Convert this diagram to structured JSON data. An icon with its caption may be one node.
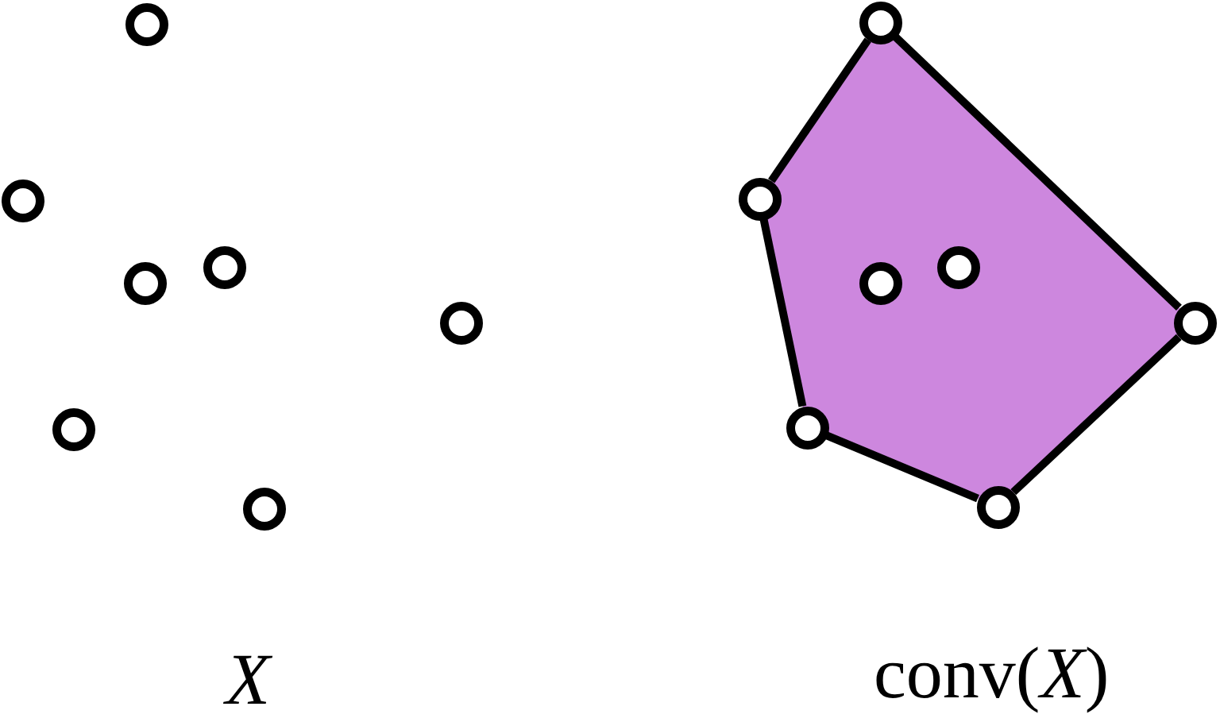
{
  "diagram": {
    "nodes": [
      {
        "text": [],
        "shape": "circle"
      },
      {
        "text": [],
        "shape": "circle"
      },
      {
        "text": [],
        "shape": "circle"
      },
      {
        "text": [],
        "shape": "circle"
      },
      {
        "text": [],
        "shape": "circle"
      },
      {
        "text": [],
        "shape": "circle"
      },
      {
        "text": [],
        "shape": "circle"
      },
      {
        "text": [],
        "shape": "circle"
      },
      {
        "text": [],
        "shape": "circle"
      },
      {
        "text": [],
        "shape": "circle"
      },
      {
        "text": [],
        "shape": "circle"
      },
      {
        "text": [],
        "shape": "circle"
      },
      {
        "text": [],
        "shape": "circle"
      },
      {
        "text": [],
        "shape": "circle"
      }
    ],
    "edges": [
      {
        "from": 7,
        "to": 11,
        "arrow": "none"
      },
      {
        "from": 11,
        "to": 13,
        "arrow": "none"
      },
      {
        "from": 13,
        "to": 12,
        "arrow": "none"
      },
      {
        "from": 12,
        "to": 8,
        "arrow": "none"
      },
      {
        "from": 8,
        "to": 7,
        "arrow": "none"
      }
    ],
    "labels": [
      "X",
      "conv(*X*)"
    ]
  }
}
